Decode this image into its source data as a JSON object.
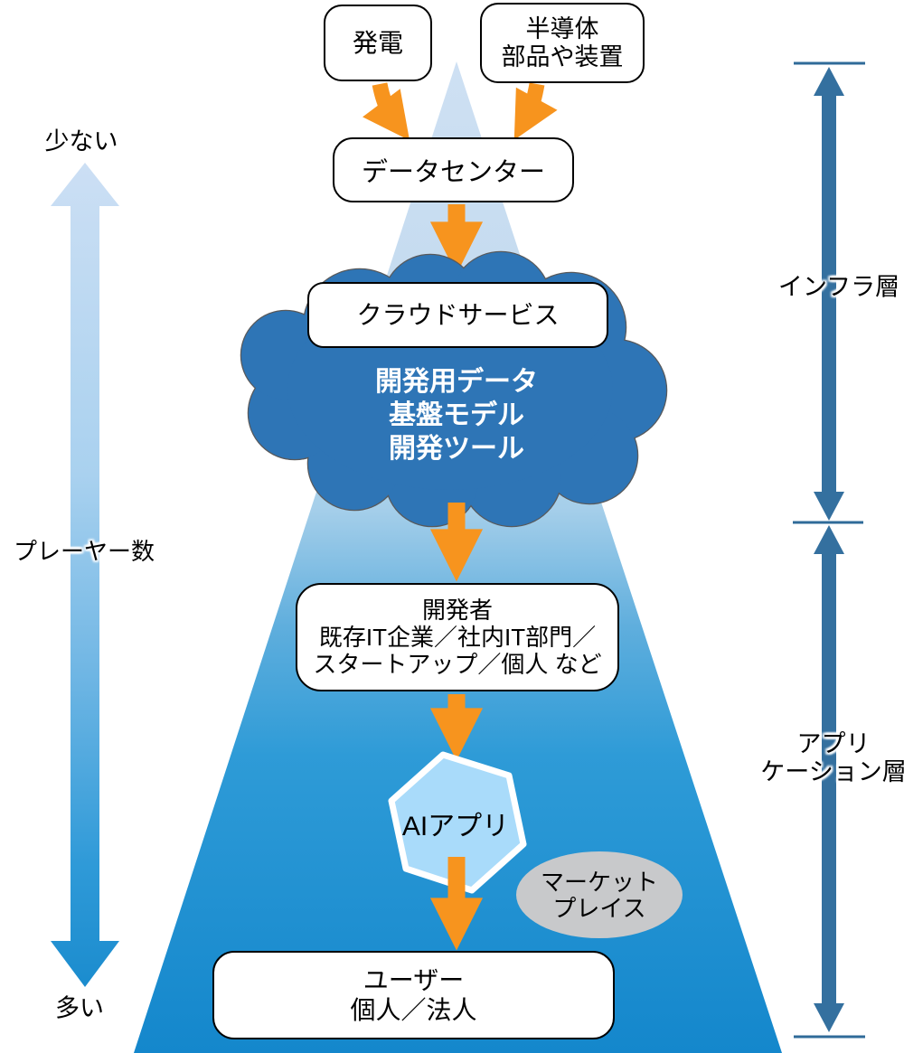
{
  "nodes": {
    "power": {
      "label": "発電"
    },
    "semiconductor": {
      "lines": [
        "半導体",
        "部品や装置"
      ]
    },
    "datacenter": {
      "label": "データセンター"
    },
    "cloud": {
      "label": "クラウドサービス",
      "contents": [
        "開発用データ",
        "基盤モデル",
        "開発ツール"
      ]
    },
    "developers": {
      "lines": [
        "開発者",
        "既存IT企業／社内IT部門／",
        "スタートアップ／個人 など"
      ]
    },
    "ai_app": {
      "label": "AIアプリ"
    },
    "marketplace": {
      "lines": [
        "マーケット",
        "プレイス"
      ]
    },
    "users": {
      "lines": [
        "ユーザー",
        "個人／法人"
      ]
    }
  },
  "left_axis": {
    "top": "少ない",
    "middle": "プレーヤー数",
    "bottom": "多い"
  },
  "right_axis": {
    "infra": "インフラ層",
    "app_line1": "アプリ",
    "app_line2": "ケーション層"
  },
  "colors": {
    "orange": "#F7941E",
    "cloud_blue": "#2E75B6",
    "cloud_outline": "#58595B",
    "steel_blue": "#34709F",
    "tick_blue": "#2F6B99",
    "triangle_top": "#CEE0F3",
    "triangle_bottom": "#1487CC",
    "left_arrow_top": "#CCDFF4",
    "left_arrow_bottom": "#1B8CCE",
    "hexagon_fill": "#A9DBFA",
    "hexagon_border": "#FFFFFF",
    "marketplace_gray": "#C8C9CB",
    "box_bg": "#FFFFFF",
    "box_border": "#000000",
    "text_black": "#000000",
    "cloud_text": "#FFFFFF"
  }
}
